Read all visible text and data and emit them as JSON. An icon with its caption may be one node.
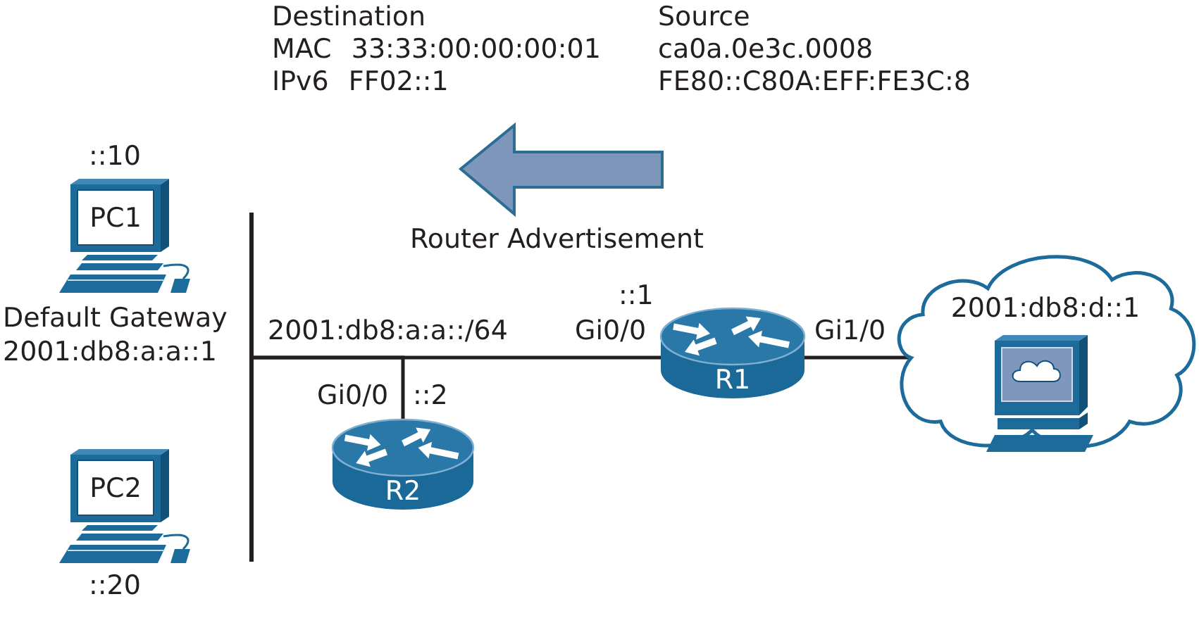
{
  "diagram": {
    "nodes": [
      {
        "text": [
          "PC1"
        ],
        "beside": [
          "::10",
          "Default Gateway 2001:db8:a:a::1"
        ]
      },
      {
        "text": [],
        "shape": "bar"
      },
      {
        "text": [
          "R1"
        ],
        "beside": [
          "::1",
          "Gi0/0",
          "Gi1/0"
        ]
      },
      {
        "text": [
          "2001:db8:d::1"
        ]
      },
      {
        "text": [
          "R2"
        ],
        "beside": [
          "Gi0/0",
          "::2"
        ]
      },
      {
        "text": [
          "PC2"
        ],
        "beside": [
          "::20"
        ]
      }
    ],
    "edges": [
      {
        "from": 1,
        "to": 2,
        "arrow": "none",
        "label": "2001:db8:a:a::/64"
      },
      {
        "from": 1,
        "to": 4,
        "arrow": "none"
      },
      {
        "from": 2,
        "to": 3,
        "arrow": "none"
      }
    ],
    "labels": [
      "Destination",
      "MAC 33:33:00:00:00:01",
      "IPv6 FF02::1",
      "Source",
      "ca0a.0e3c.0008",
      "FE80::C80A:EFF:FE3C:8",
      "Router Advertisement"
    ]
  }
}
